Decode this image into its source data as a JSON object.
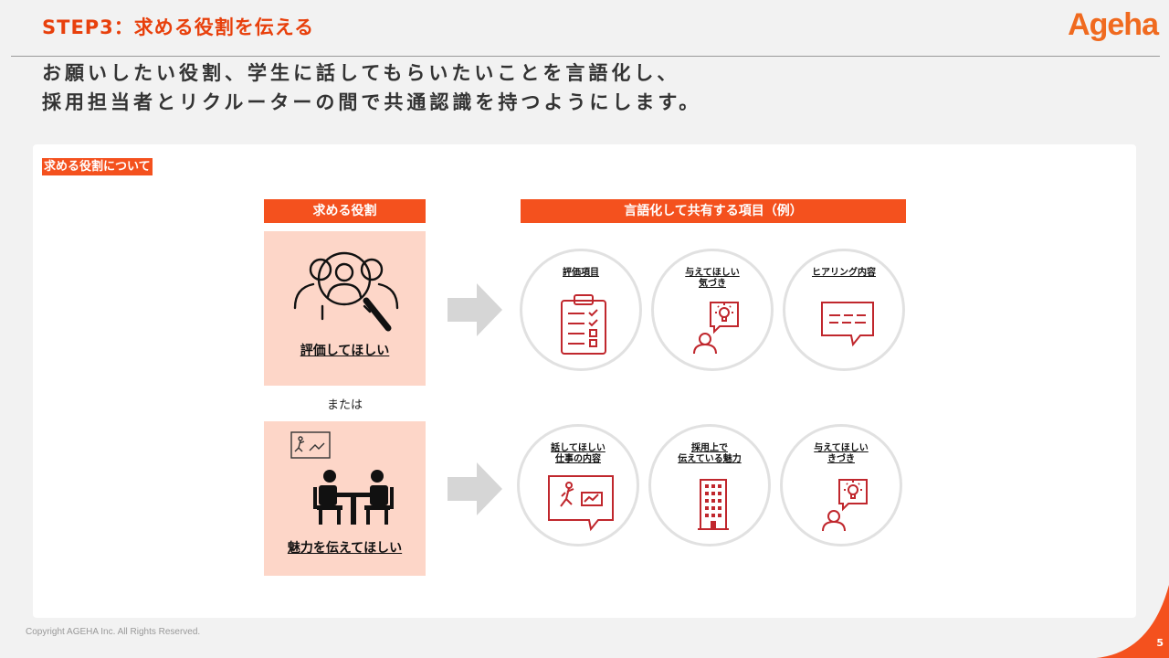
{
  "header": {
    "step_title": "STEP3：求める役割を伝える",
    "logo_text": "Ageha",
    "subtitle_line1": "お願いしたい役割、学生に話してもらいたいことを言語化し、",
    "subtitle_line2": "採用担当者とリクルーターの間で共通認識を持つようにします。"
  },
  "section": {
    "tag": "求める役割について",
    "role_header": "求める役割",
    "items_header": "言語化して共有する項目（例）"
  },
  "roles": [
    {
      "label": "評価してほしい",
      "icon": "interviewer-search-icon"
    },
    {
      "label": "魅力を伝えてほしい",
      "icon": "meeting-icon"
    }
  ],
  "or_text": "または",
  "row1_items": [
    {
      "label": "評価項目",
      "icon": "checklist-icon"
    },
    {
      "label": "与えてほしい\n気づき",
      "icon": "idea-person-icon"
    },
    {
      "label": "ヒアリング内容",
      "icon": "speech-bubble-icon"
    }
  ],
  "row2_items": [
    {
      "label": "話してほしい\n仕事の内容",
      "icon": "presentation-bubble-icon"
    },
    {
      "label": "採用上で\n伝えている魅力",
      "icon": "office-building-icon"
    },
    {
      "label": "与えてほしい\nきづき",
      "icon": "idea-person-icon"
    }
  ],
  "footer": {
    "copyright": "Copyright AGEHA Inc. All Rights Reserved.",
    "page_number": "5"
  },
  "colors": {
    "accent": "#f4511e",
    "accent_light": "#fdd6c8",
    "icon_red": "#c0272d",
    "logo": "#f06a1f"
  }
}
